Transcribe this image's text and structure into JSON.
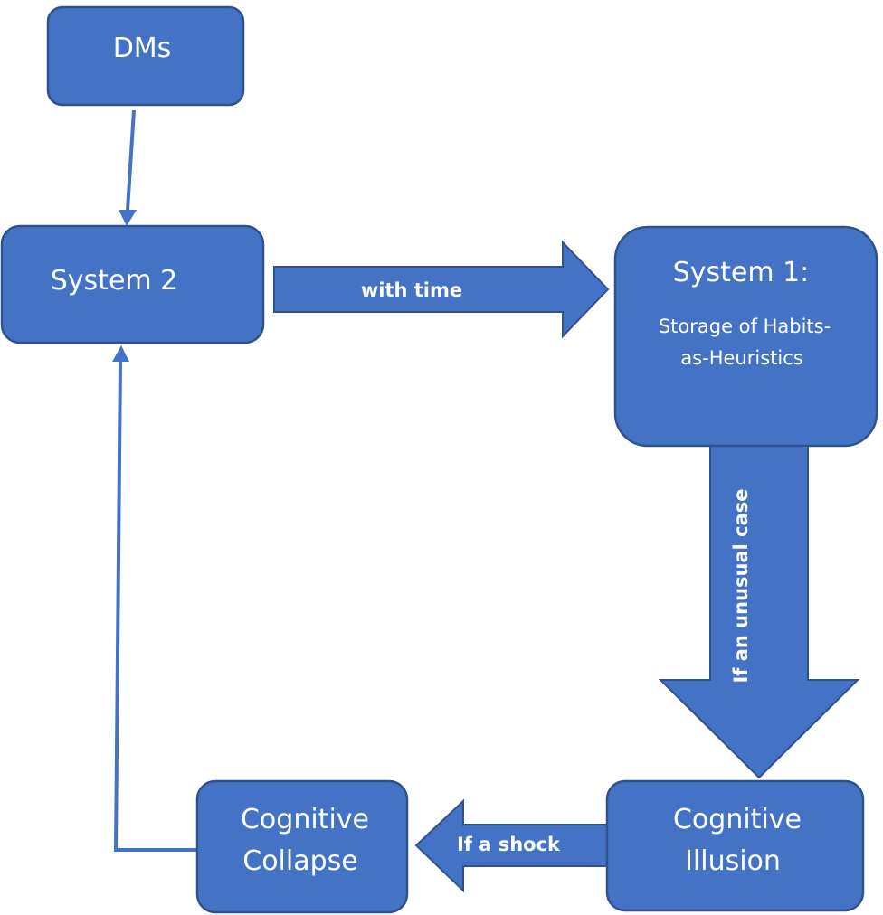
{
  "nodes": {
    "dms": {
      "label": "DMs"
    },
    "system2": {
      "label": "System 2"
    },
    "system1": {
      "title": "System 1:",
      "line1": "Storage of Habits-",
      "line2": "as-Heuristics"
    },
    "cognitive_illusion": {
      "line1": "Cognitive",
      "line2": "Illusion"
    },
    "cognitive_collapse": {
      "line1": "Cognitive",
      "line2": "Collapse"
    }
  },
  "edges": {
    "with_time": "with time",
    "unusual_case": "If an unusual case",
    "shock": "If a shock"
  },
  "colors": {
    "fill": "#4472C4",
    "stroke": "#2F528F",
    "text": "#FFFFFF"
  }
}
